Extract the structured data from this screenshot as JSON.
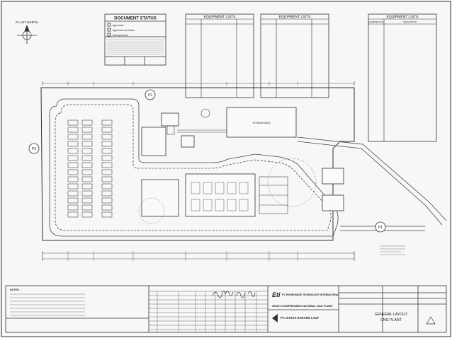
{
  "sheet": {
    "plant_north_label": "PLANT NORTH",
    "document_status": {
      "title": "DOCUMENT STATUS",
      "options": [
        "Approved",
        "Approved as Noted",
        "Not Approved"
      ]
    },
    "equipment_list_titles": [
      "EQUIPMENT LISTS",
      "EQUIPMENT LISTS",
      "EQUIPMENT LISTS"
    ],
    "table_headers": [
      "EQUIPMENT NO.",
      "DESCRIPTION"
    ],
    "plan_labels": {
      "storage": "STORAGE AREA",
      "circle_p2": "P2",
      "circle_p3": "P3",
      "circle_p1": "P1"
    },
    "title_block": {
      "company": "PT. ENVIROMATE TECHNOLOGY INTERNATIONAL",
      "project": "GRATI COMPRESSED NATURAL GAS PLANT",
      "owner": "PT. ISTAKA KARANG LAUT",
      "drawing_title_line1": "GENERAL LAYOUT",
      "drawing_title_line2": "CNG PLANT",
      "logo_mark": "Eti",
      "notes_label": "NOTES:"
    }
  }
}
